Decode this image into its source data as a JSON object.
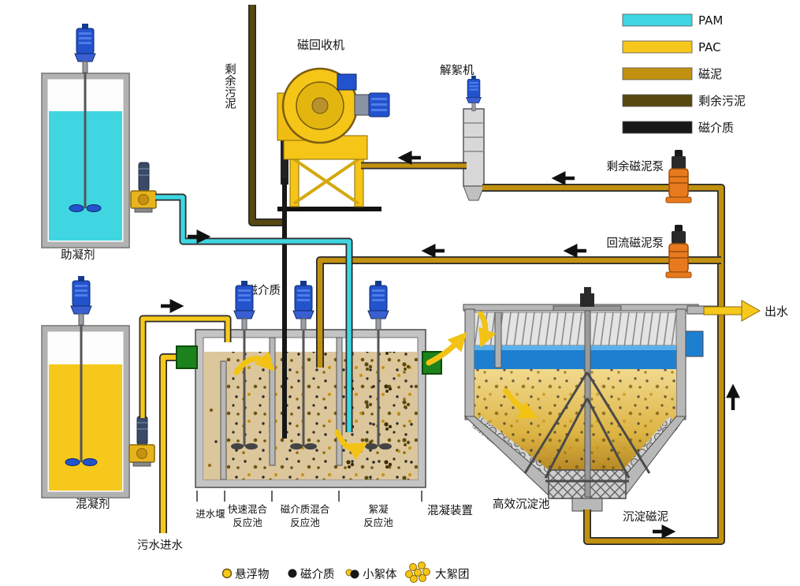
{
  "legend": {
    "items": [
      {
        "label": "PAM",
        "color": "#3fd6e2"
      },
      {
        "label": "PAC",
        "color": "#f7c81c"
      },
      {
        "label": "磁泥",
        "color": "#c29110"
      },
      {
        "label": "剩余污泥",
        "color": "#57480f"
      },
      {
        "label": "磁介质",
        "color": "#171717"
      }
    ]
  },
  "equipment": {
    "coagulant_aid_tank": {
      "label": "助凝剂"
    },
    "coagulant_tank": {
      "label": "混凝剂"
    },
    "magnetic_recovery_machine": {
      "label": "磁回收机"
    },
    "deflocculation_machine": {
      "label": "解絮机"
    },
    "excess_magnetic_sludge_pump": {
      "label": "剩余磁泥泵"
    },
    "return_magnetic_sludge_pump": {
      "label": "回流磁泥泵"
    },
    "coagulation_unit": {
      "label": "混凝装置"
    },
    "sedimentation_tank": {
      "label": "高效沉淀池"
    }
  },
  "streams": {
    "excess_sludge": "剩余污泥",
    "magnetic_media": "磁介质",
    "influent": "污水进水",
    "effluent": "出水",
    "settled_magnetic_sludge": "沉淀磁泥"
  },
  "compartments": {
    "inlet_weir": "进水堰",
    "rapid_mix": [
      "快速混合",
      "反应池"
    ],
    "media_mix": [
      "磁介质混合",
      "反应池"
    ],
    "flocculation": [
      "絮凝",
      "反应池"
    ]
  },
  "particle_legend": {
    "items": [
      {
        "label": "悬浮物",
        "color": "#f7c81c"
      },
      {
        "label": "磁介质",
        "color": "#171717"
      },
      {
        "label": "小絮体",
        "color": "#f7c81c"
      },
      {
        "label": "大絮团",
        "color": "#f7c81c"
      }
    ]
  }
}
